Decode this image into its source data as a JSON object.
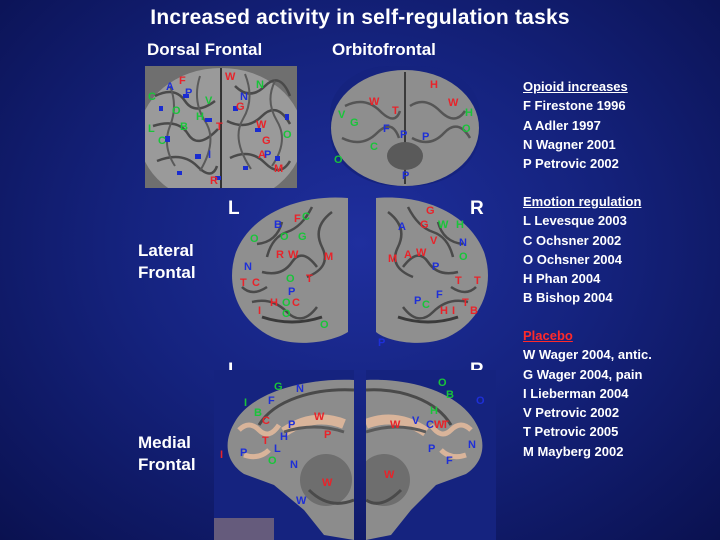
{
  "title": "Increased activity in self-regulation tasks",
  "headers": {
    "dorsal": "Dorsal Frontal",
    "orbito": "Orbitofrontal"
  },
  "side_labels": {
    "lateral_line1": "Lateral",
    "lateral_line2": "Frontal",
    "medial_line1": "Medial",
    "medial_line2": "Frontal"
  },
  "hemispheres": {
    "lat_left": "L",
    "lat_right": "R",
    "med_left": "L",
    "med_right": "R"
  },
  "legend": {
    "opioid": {
      "heading": "Opioid increases",
      "items": [
        "F Firestone 1996",
        "A Adler 1997",
        "N Wagner 2001",
        "P Petrovic 2002"
      ]
    },
    "emotion": {
      "heading": "Emotion regulation",
      "items": [
        "L Levesque 2003",
        "C Ochsner 2002",
        "O Ochsner 2004",
        "H Phan 2004",
        "B  Bishop 2004"
      ]
    },
    "placebo": {
      "heading": "Placebo",
      "items": [
        "W Wager 2004, antic.",
        "G Wager 2004, pain",
        "I Lieberman 2004",
        "V Petrovic 2002",
        "T Petrovic 2005",
        "M Mayberg 2002"
      ]
    }
  },
  "markers": {
    "dorsal": [
      "F",
      "A",
      "W",
      "N",
      "C",
      "G",
      "V",
      "P",
      "H",
      "O",
      "L",
      "T",
      "I",
      "M",
      "B",
      "R",
      "G",
      "W",
      "N",
      "O",
      "P",
      "A",
      "C"
    ],
    "orbito": [
      "W",
      "T",
      "W",
      "V",
      "H",
      "F",
      "P",
      "P",
      "C",
      "G",
      "O",
      "H",
      "P",
      "O"
    ],
    "lat_left": [
      "F",
      "C",
      "B",
      "O",
      "O",
      "G",
      "W",
      "R",
      "M",
      "N",
      "T",
      "C",
      "O",
      "T",
      "H",
      "O",
      "C",
      "P",
      "O",
      "O",
      "I"
    ],
    "lat_right": [
      "G",
      "A",
      "G",
      "W",
      "H",
      "M",
      "A",
      "W",
      "N",
      "O",
      "P",
      "V",
      "T",
      "T",
      "F",
      "P",
      "H",
      "T",
      "B",
      "C",
      "I",
      "P"
    ],
    "med_left": [
      "G",
      "N",
      "I",
      "F",
      "C",
      "B",
      "P",
      "W",
      "H",
      "T",
      "L",
      "I",
      "P",
      "O",
      "W",
      "W",
      "N",
      "P"
    ],
    "med_right": [
      "O",
      "O",
      "B",
      "H",
      "W",
      "C",
      "V",
      "W",
      "T",
      "P",
      "N",
      "F",
      "W"
    ]
  }
}
